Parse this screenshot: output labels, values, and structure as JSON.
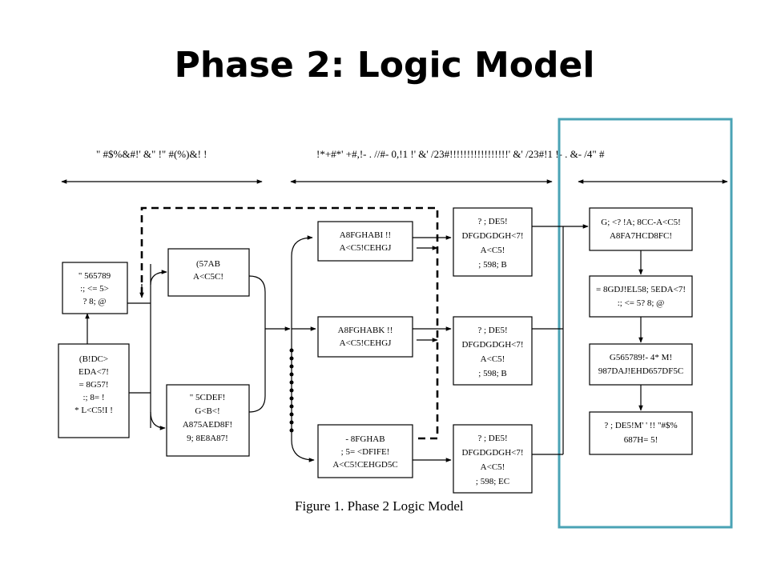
{
  "title": "Phase 2: Logic Model",
  "caption": "Figure 1. Phase 2 Logic Model",
  "headers": [
    "\" #$%&#!' &\" !\" #(%)&!  !",
    "!*+#*' +#,!- . //#- 0,!1 !' &' /23#!!!!!!!!!!!!!!!!!' &' /23#!1 !- . &- /4\" #"
  ],
  "boxes": {
    "b1": [
      "\" 565789",
      ":; <= 5>",
      "? 8; @"
    ],
    "b2": [
      "(B!DC>",
      "EDA<7!",
      "= 8G57!",
      ":; 8= !",
      "* L<C5!I !"
    ],
    "b3": [
      "(57AB",
      "A<C5C!"
    ],
    "b4": [
      "\" 5CDEF!",
      "G<B<!",
      "A875AED8F!",
      "9; 8E8A87!"
    ],
    "b5": [
      "A8FGHABI !!",
      "A<C5!CEHGJ"
    ],
    "b6": [
      "A8FGHABK !!",
      "A<C5!CEHGJ"
    ],
    "b7": [
      "- 8FGHAB",
      "; 5= <DFIFE!",
      "A<C5!CEHGD5C"
    ],
    "b8": [
      "? ; DE5!",
      "DFGDGDGH<7!",
      "A<C5!",
      "; 598; B"
    ],
    "b9": [
      "? ; DE5!",
      "DFGDGDGH<7!",
      "A<C5!",
      "; 598; B"
    ],
    "b10": [
      "? ; DE5!",
      "DFGDGDGH<7!",
      "A<C5!",
      "; 598; EC"
    ],
    "b11": [
      "G; <? !A; 8CC-A<C5!",
      "A8FA7HCD8FC!"
    ],
    "b12": [
      "= 8GDJ!EL58; 5EDA<7!",
      ":; <= 5? 8; @"
    ],
    "b13": [
      "G565789!- 4* M!",
      "987DAJ!EHD657DF5C"
    ],
    "b14": [
      "? ; DE5!M' ' !! \"#$%",
      "687H= 5!"
    ]
  },
  "colors": {
    "highlight": "#4aa3b5",
    "line": "#000000"
  }
}
